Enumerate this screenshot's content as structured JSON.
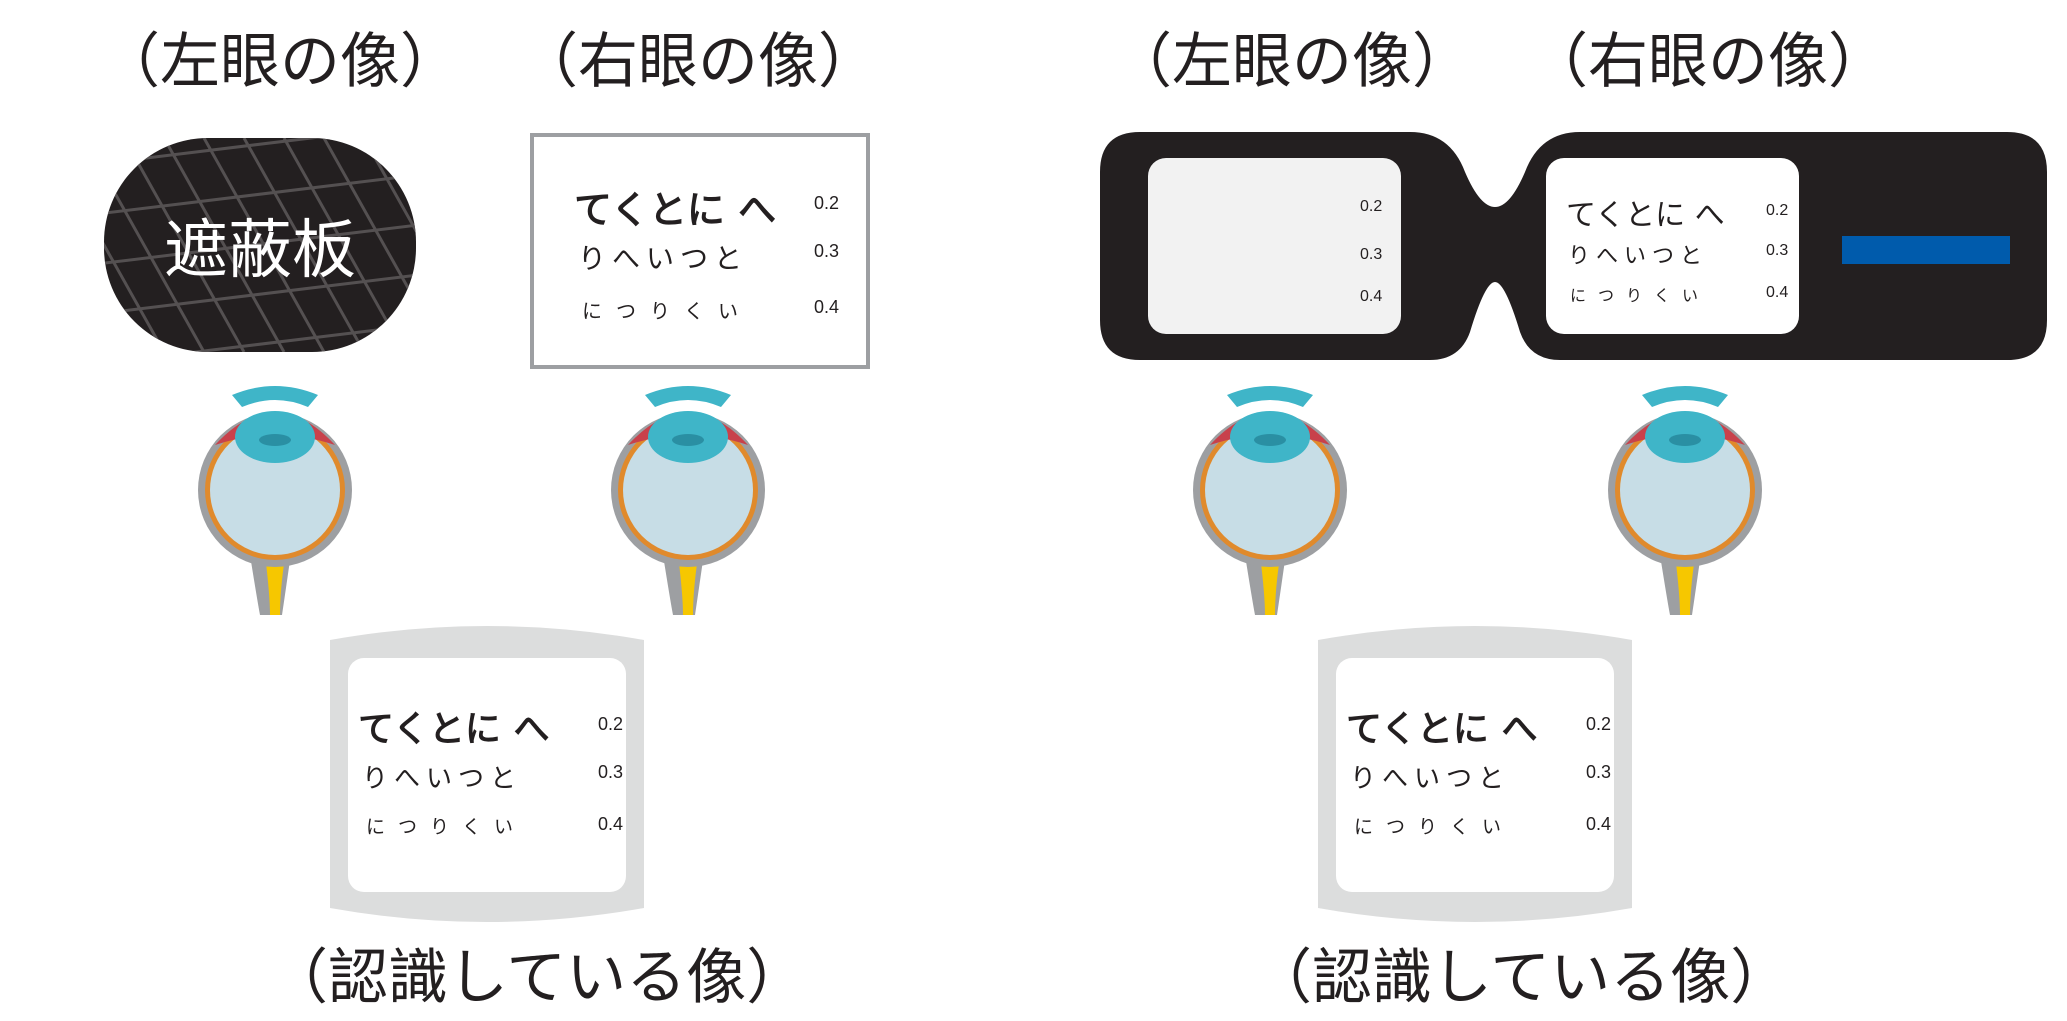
{
  "left_panel": {
    "left_eye_caption": "（左眼の像）",
    "right_eye_caption": "（右眼の像）",
    "occluder_label": "遮蔽板",
    "perceived_caption": "（認識している像）"
  },
  "right_panel": {
    "left_eye_caption": "（左眼の像）",
    "right_eye_caption": "（右眼の像）",
    "perceived_caption": "（認識している像）"
  },
  "eye_chart": {
    "rows": [
      {
        "kana": "てくとに へ",
        "acuity": "0.2"
      },
      {
        "kana": "りへいつと",
        "acuity": "0.3"
      },
      {
        "kana": "につりくい",
        "acuity": "0.4"
      }
    ]
  },
  "colors": {
    "dark": "#231f20",
    "frame_gray": "#9d9fa2",
    "display_gray": "#dcdddd",
    "lens_blue": "#005bac",
    "eyeball_fill": "#c7dde6",
    "cornea": "#3fb5c8",
    "optic_nerve": "#f6c700"
  }
}
